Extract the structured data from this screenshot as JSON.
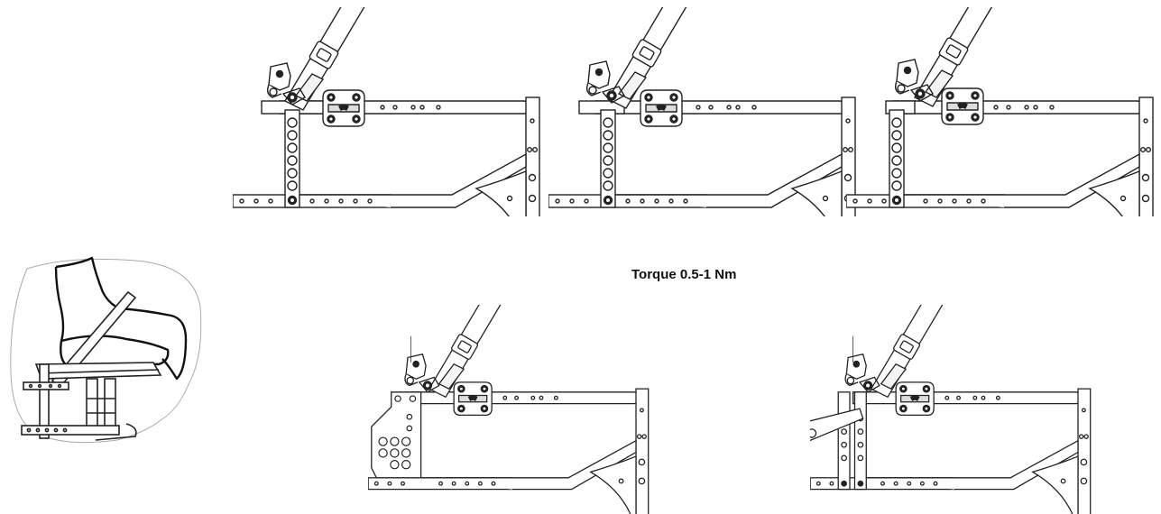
{
  "caption": "Torque 0.5-1 Nm",
  "colors": {
    "line": "#222222",
    "fill": "#ffffff",
    "shade": "#eeeeee"
  },
  "figures": [
    {
      "name": "seat-sketch"
    },
    {
      "name": "frame-variant-1"
    },
    {
      "name": "frame-variant-2"
    },
    {
      "name": "frame-variant-3"
    },
    {
      "name": "frame-variant-4"
    },
    {
      "name": "frame-variant-5"
    }
  ]
}
